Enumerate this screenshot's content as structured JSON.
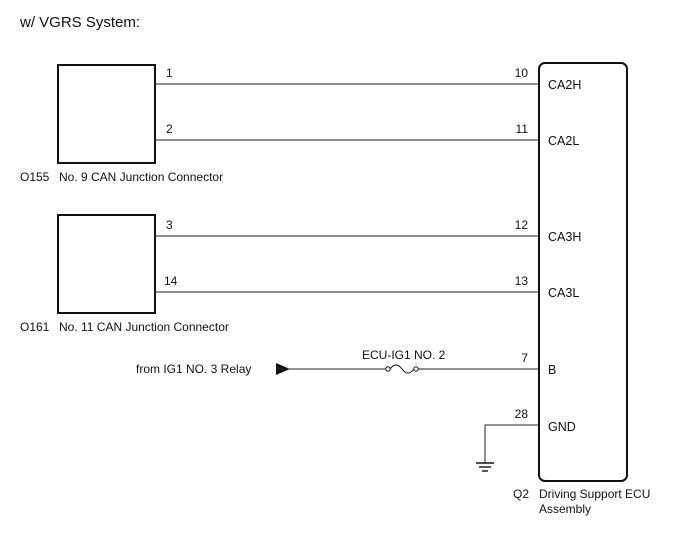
{
  "title": "w/ VGRS System:",
  "connectors": [
    {
      "code": "O155",
      "name": "No. 9 CAN Junction Connector"
    },
    {
      "code": "O161",
      "name": "No. 11 CAN Junction Connector"
    }
  ],
  "wires": [
    {
      "left_pin": "1",
      "right_pin": "10",
      "signal": "CA2H"
    },
    {
      "left_pin": "2",
      "right_pin": "11",
      "signal": "CA2L"
    },
    {
      "left_pin": "3",
      "right_pin": "12",
      "signal": "CA3H"
    },
    {
      "left_pin": "14",
      "right_pin": "13",
      "signal": "CA3L"
    }
  ],
  "power": {
    "source": "from IG1 NO. 3 Relay",
    "fuse": "ECU-IG1 NO. 2",
    "pin": "7",
    "signal": "B"
  },
  "ground": {
    "pin": "28",
    "signal": "GND"
  },
  "ecu": {
    "code": "Q2",
    "name_line1": "Driving Support ECU",
    "name_line2": "Assembly"
  }
}
